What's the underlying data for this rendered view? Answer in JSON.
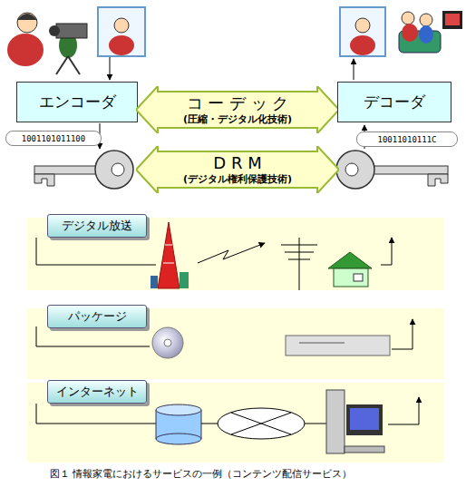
{
  "diagram": {
    "caption": "図１ 情報家電におけるサービスの一例（コンテンツ配信サービス）",
    "nodes": [
      {
        "text": [
          "エンコーダ"
        ]
      },
      {
        "text": [
          "コ ー デ ッ ク",
          "(圧縮・デジタル化技術)"
        ]
      },
      {
        "text": [
          "デコーダ"
        ]
      },
      {
        "text": [
          "1001101011100"
        ]
      },
      {
        "text": [
          "D R M",
          "(デジタル権利保護技術)"
        ]
      },
      {
        "text": [
          "10011010111C"
        ]
      },
      {
        "text": [
          "デジタル放送"
        ]
      },
      {
        "text": [
          "パッケージ"
        ]
      },
      {
        "text": [
          "インターネット"
        ]
      }
    ]
  }
}
